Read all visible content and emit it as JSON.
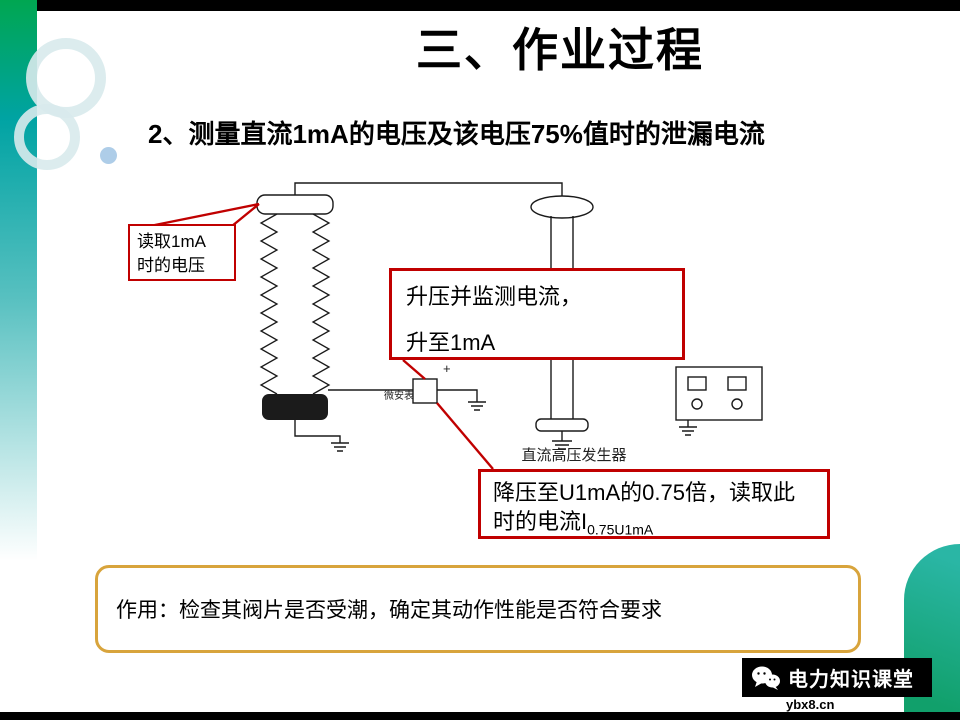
{
  "slide": {
    "title": "三、作业过程",
    "subtitle": "2、测量直流1mA的电压及该电压75%值时的泄漏电流"
  },
  "callout_read_voltage": {
    "line1": "读取1mA",
    "line2": "时的电压"
  },
  "callout_raise": {
    "line1": "升压并监测电流，",
    "line2": "升至1mA"
  },
  "callout_lower": {
    "line1": "降压至U1mA的0.75倍，读取此",
    "line2_prefix": "时的电流I",
    "line2_sub": "0.75U1mA"
  },
  "diagram_labels": {
    "microammeter": "微安表",
    "generator": "直流高压发生器",
    "plus_sign": "+"
  },
  "purpose_note": "作用：检查其阀片是否受潮，确定其动作性能是否符合要求",
  "footer": {
    "brand": "电力知识课堂",
    "watermark": "ybx8.cn"
  },
  "colors": {
    "callout_border": "#c00000",
    "purpose_border": "#d8a43c",
    "accent_teal": "#2ab6a5",
    "accent_green": "#00a651",
    "bar_black": "#000000"
  }
}
